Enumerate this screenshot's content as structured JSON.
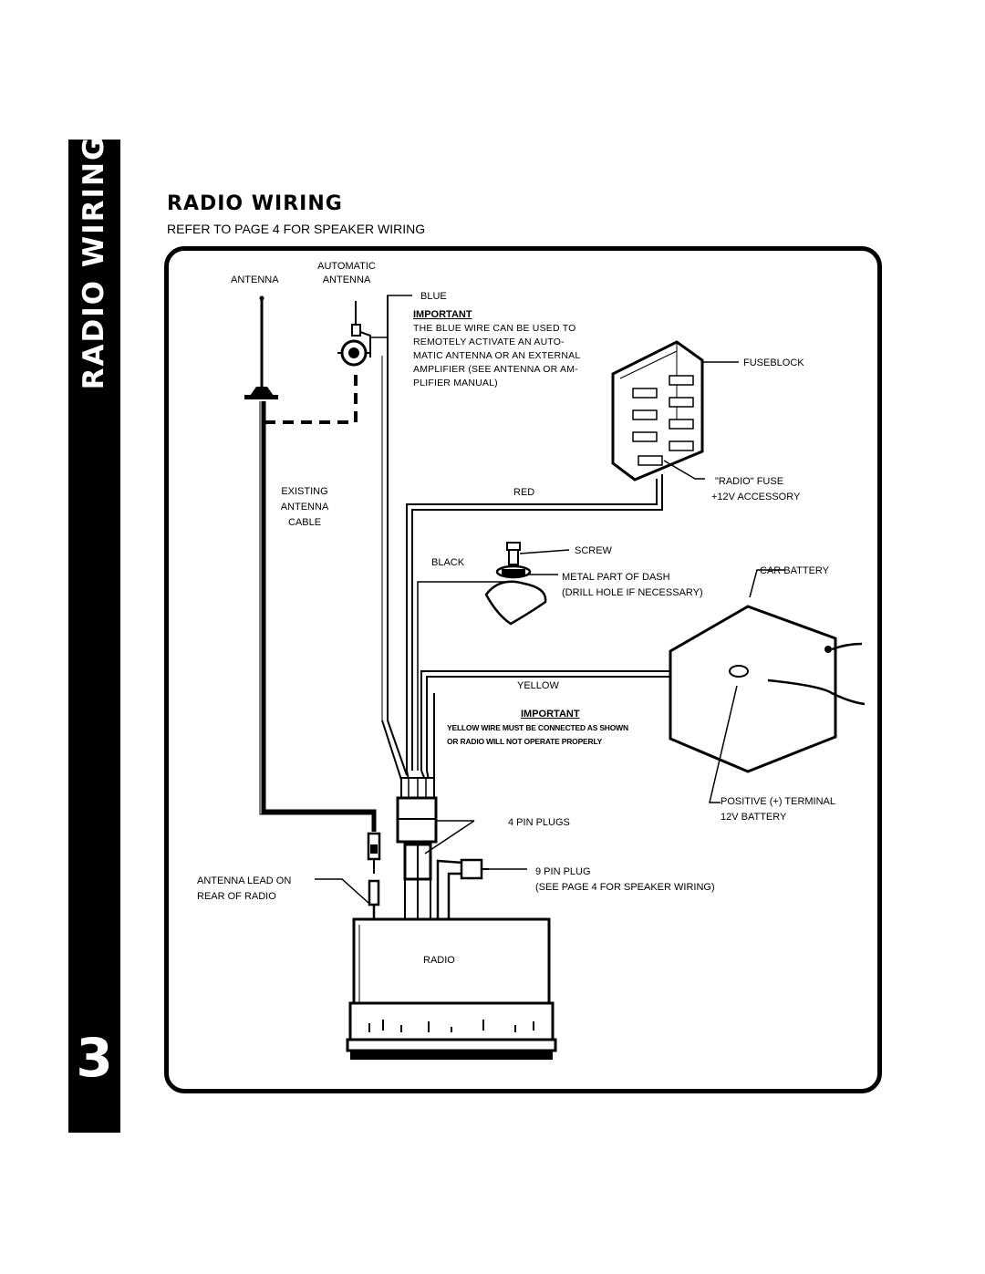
{
  "sidebar": {
    "title": "RADIO WIRING",
    "page_number": "3"
  },
  "header": {
    "title": "RADIO WIRING",
    "subtitle": "REFER TO PAGE 4 FOR SPEAKER WIRING"
  },
  "labels": {
    "antenna": "ANTENNA",
    "automatic_antenna": [
      "AUTOMATIC",
      "ANTENNA"
    ],
    "blue": "BLUE",
    "important_blue": {
      "heading": "IMPORTANT",
      "lines": [
        "THE BLUE  WIRE CAN BE USED TO",
        "REMOTELY  ACTIVATE  AN  AUTO-",
        "MATIC ANTENNA OR AN EXTERNAL",
        "AMPLIFIER (SEE ANTENNA OR AM-",
        "PLIFIER MANUAL)"
      ]
    },
    "fuseblock": "FUSEBLOCK",
    "existing_antenna_cable": [
      "EXISTING",
      "ANTENNA",
      "CABLE"
    ],
    "red": "RED",
    "radio_fuse": [
      "\"RADIO\" FUSE",
      "+12V ACCESSORY"
    ],
    "screw": "SCREW",
    "black": "BLACK",
    "metal_part": [
      "METAL PART OF DASH",
      "(DRILL HOLE IF NECESSARY)"
    ],
    "car_battery": "CAR BATTERY",
    "yellow": "YELLOW",
    "important_yellow": {
      "heading": "IMPORTANT",
      "lines": [
        "YELLOW WIRE MUST BE CONNECTED AS SHOWN",
        "OR RADIO WILL NOT OPERATE PROPERLY"
      ]
    },
    "positive_terminal": [
      "POSITIVE (+) TERMINAL",
      "12V BATTERY"
    ],
    "four_pin_plugs": "4 PIN PLUGS",
    "nine_pin_plug": [
      "9 PIN PLUG",
      "(SEE PAGE 4 FOR SPEAKER WIRING)"
    ],
    "antenna_lead": [
      "ANTENNA LEAD ON",
      "REAR OF RADIO"
    ],
    "radio": "RADIO"
  },
  "icons": [
    "antenna-icon",
    "automatic-antenna-icon",
    "fuseblock-icon",
    "screw-icon",
    "car-battery-icon",
    "radio-unit-icon"
  ]
}
